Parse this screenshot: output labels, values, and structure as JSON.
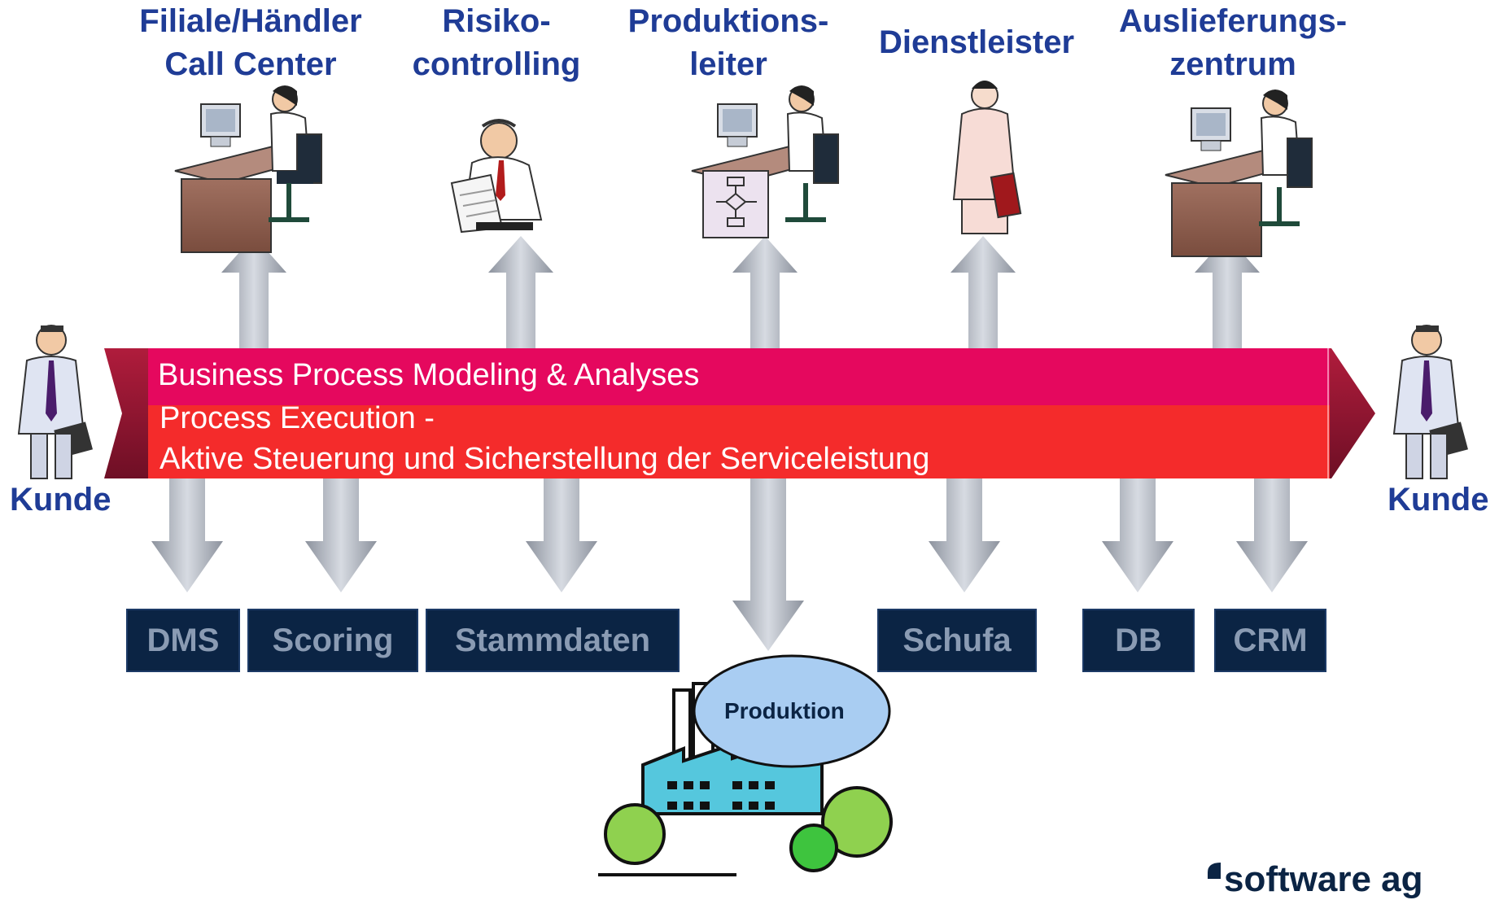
{
  "roles": [
    {
      "id": "filiale",
      "label": "Filiale/Händler\nCall Center"
    },
    {
      "id": "risiko",
      "label": "Risiko-\ncontrolling"
    },
    {
      "id": "produktionsleiter",
      "label": "Produktions-\nleiter"
    },
    {
      "id": "dienstleister",
      "label": "Dienstleister"
    },
    {
      "id": "auslieferung",
      "label": "Auslieferungs-\nzentrum"
    }
  ],
  "customer": {
    "left": "Kunde",
    "right": "Kunde"
  },
  "band": {
    "top": "Business Process Modeling & Analyses",
    "bottom_line1": "Process Execution -",
    "bottom_line2": "Aktive Steuerung und Sicherstellung der Serviceleistung"
  },
  "systems": [
    "DMS",
    "Scoring",
    "Stammdaten",
    "Schufa",
    "DB",
    "CRM"
  ],
  "production": {
    "label": "Produktion"
  },
  "logo": {
    "text": "software ag"
  },
  "colors": {
    "label_blue": "#1f3c96",
    "band_magenta": "#e5085e",
    "band_red": "#f42b2b",
    "band_dark": "#8a1430",
    "system_box": "#0b2444",
    "arrow_gray": "#a9aeb8"
  }
}
